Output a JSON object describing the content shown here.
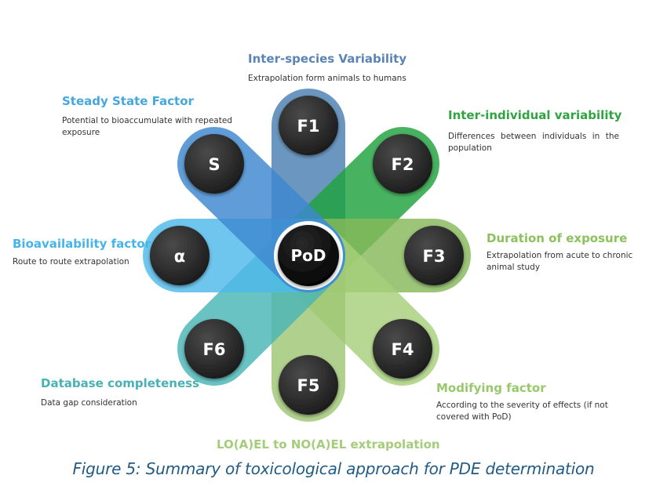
{
  "center": {
    "label": "PoD"
  },
  "nodes": [
    {
      "id": "f1",
      "label": "F1",
      "color": "#4a7fb1",
      "title": "Inter-species Variability",
      "title_color": "#5b84b6",
      "description": "Extrapolation form animals to humans"
    },
    {
      "id": "f2",
      "label": "F2",
      "color": "#1ea23d",
      "title": "Inter-individual variability",
      "title_color": "#2ea53f",
      "description": "Differences between individuals in the population"
    },
    {
      "id": "f3",
      "label": "F3",
      "color": "#86b85a",
      "title": "Duration of exposure",
      "title_color": "#8cc25d",
      "description": "Extrapolation from acute to chronic animal study"
    },
    {
      "id": "f4",
      "label": "F4",
      "color": "#a7cf7a",
      "title": "Modifying factor",
      "title_color": "#97c86b",
      "description": "According to the severity of effects (if not covered with PoD)"
    },
    {
      "id": "f5",
      "label": "F5",
      "color": "#9fc774",
      "title": "LO(A)EL to NO(A)EL extrapolation",
      "title_color": "#a4cc7a",
      "description": ""
    },
    {
      "id": "f6",
      "label": "F6",
      "color": "#49b6b6",
      "title": "Database completeness",
      "title_color": "#49b0b3",
      "description": "Data gap consideration"
    },
    {
      "id": "alpha",
      "label": "α",
      "color": "#4eb9ea",
      "title": "Bioavailability factor",
      "title_color": "#45b4e8",
      "description": "Route to route extrapolation"
    },
    {
      "id": "s",
      "label": "S",
      "color": "#3d87cf",
      "title": "Steady State Factor",
      "title_color": "#45a7dc",
      "description": "Potential to bioaccumulate with repeated exposure"
    }
  ],
  "caption": "Figure 5: Summary of toxicological approach for PDE determination"
}
